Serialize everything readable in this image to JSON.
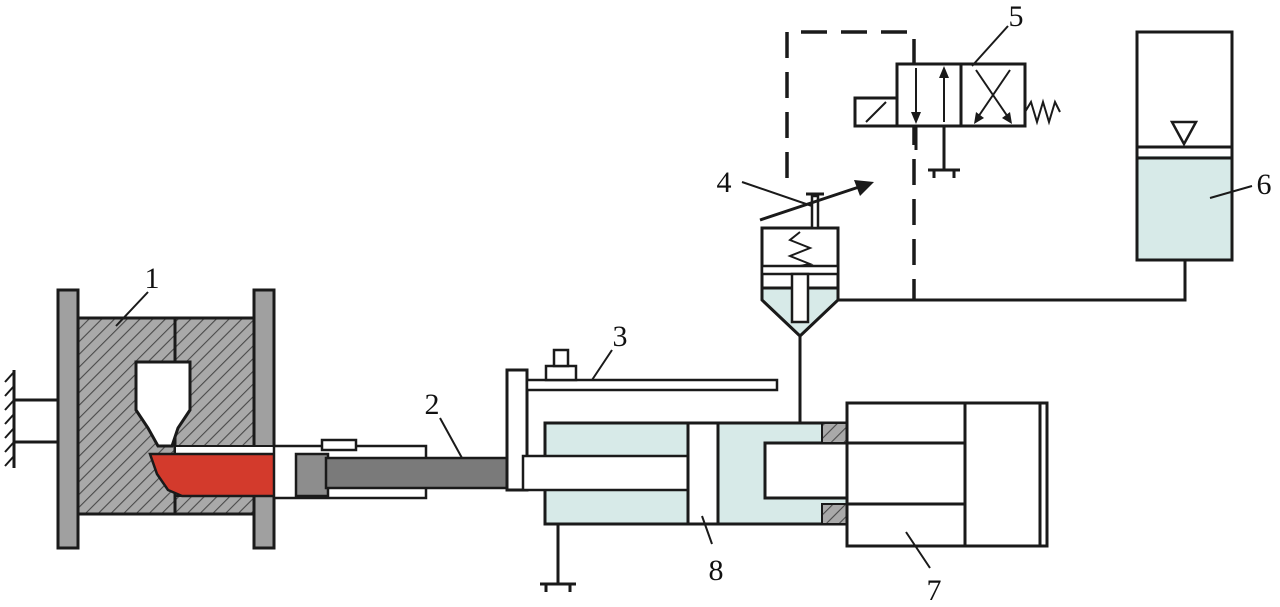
{
  "labels": {
    "mold": "1",
    "shot_rod": "2",
    "position_rod": "3",
    "valve_4": "4",
    "valve_5": "5",
    "tank": "6",
    "cylinder": "7",
    "piston": "8"
  },
  "colors": {
    "fluid": "#d7eae8",
    "melt": "#d33a2c",
    "rod": "#7a7a7a",
    "sleeve": "#8d8d8d",
    "line": "#1a1a1a"
  }
}
